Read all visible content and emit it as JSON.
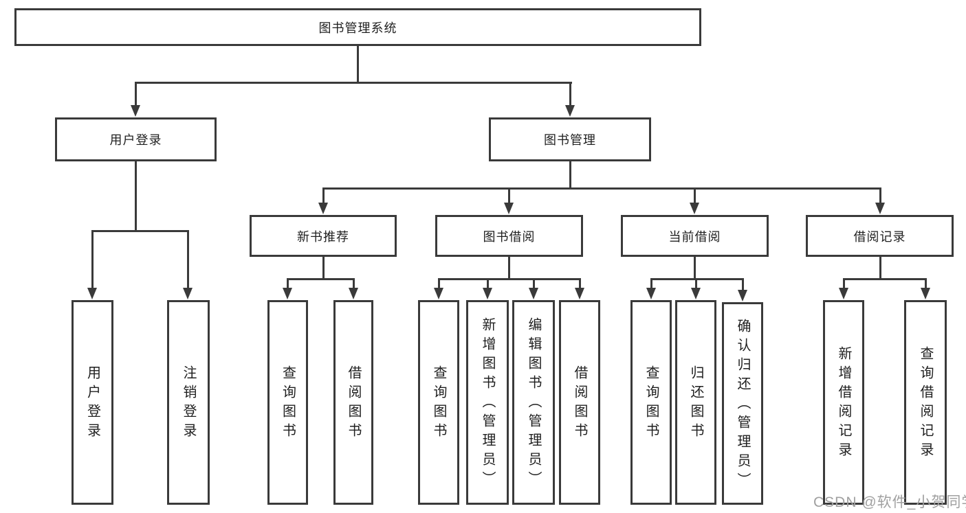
{
  "diagram_type": "hierarchy-tree",
  "watermark": "CSDN @软件_小贺同学",
  "colors": {
    "line": "#3a3a3a",
    "box_border": "#3a3a3a",
    "text": "#1f1f1f",
    "background": "#ffffff",
    "watermark": "#a0a0a0"
  },
  "tree": {
    "label": "图书管理系统",
    "children": [
      {
        "label": "用户登录",
        "children": [
          {
            "label": "用户登录"
          },
          {
            "label": "注销登录"
          }
        ]
      },
      {
        "label": "图书管理",
        "children": [
          {
            "label": "新书推荐",
            "children": [
              {
                "label": "查询图书"
              },
              {
                "label": "借阅图书"
              }
            ]
          },
          {
            "label": "图书借阅",
            "children": [
              {
                "label": "查询图书"
              },
              {
                "label": "新增图书（管理员）"
              },
              {
                "label": "编辑图书（管理员）"
              },
              {
                "label": "借阅图书"
              }
            ]
          },
          {
            "label": "当前借阅",
            "children": [
              {
                "label": "查询图书"
              },
              {
                "label": "归还图书"
              },
              {
                "label": "确认归还（管理员）"
              }
            ]
          },
          {
            "label": "借阅记录",
            "children": [
              {
                "label": "新增借阅记录"
              },
              {
                "label": "查询借阅记录"
              }
            ]
          }
        ]
      }
    ]
  }
}
